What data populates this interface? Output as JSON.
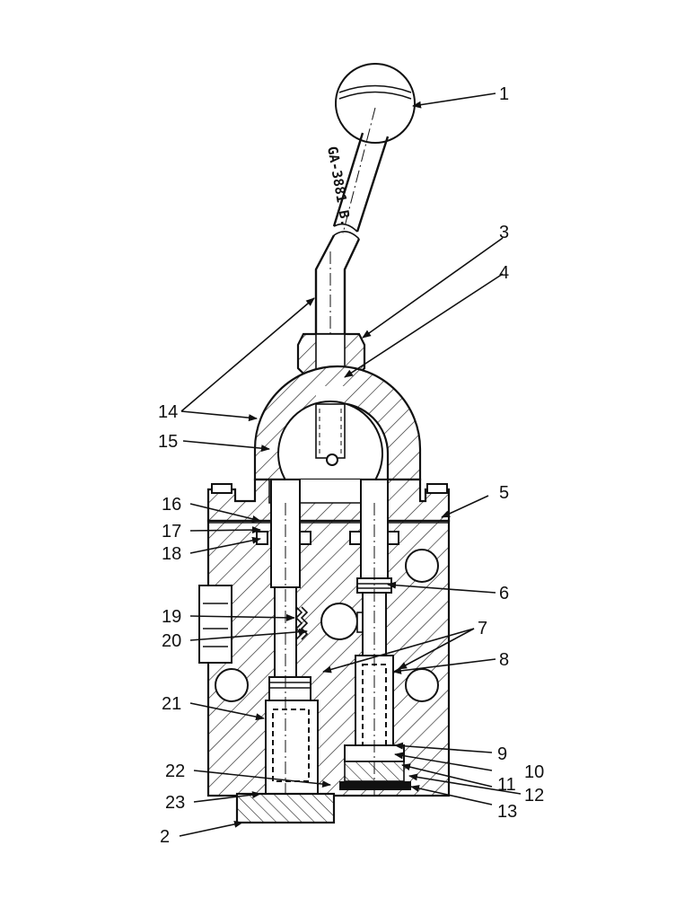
{
  "drawing": {
    "stamp": "GA-3881 B.",
    "callouts": [
      {
        "id": "c1",
        "text": "1"
      },
      {
        "id": "c2",
        "text": "2"
      },
      {
        "id": "c3",
        "text": "3"
      },
      {
        "id": "c4",
        "text": "4"
      },
      {
        "id": "c5",
        "text": "5"
      },
      {
        "id": "c6",
        "text": "6"
      },
      {
        "id": "c7",
        "text": "7"
      },
      {
        "id": "c8",
        "text": "8"
      },
      {
        "id": "c9",
        "text": "9"
      },
      {
        "id": "c10",
        "text": "10"
      },
      {
        "id": "c11",
        "text": "11"
      },
      {
        "id": "c12",
        "text": "12"
      },
      {
        "id": "c13",
        "text": "13"
      },
      {
        "id": "c14",
        "text": "14"
      },
      {
        "id": "c15",
        "text": "15"
      },
      {
        "id": "c16",
        "text": "16"
      },
      {
        "id": "c17",
        "text": "17"
      },
      {
        "id": "c18",
        "text": "18"
      },
      {
        "id": "c19",
        "text": "19"
      },
      {
        "id": "c20",
        "text": "20"
      },
      {
        "id": "c21",
        "text": "21"
      },
      {
        "id": "c22",
        "text": "22"
      },
      {
        "id": "c23",
        "text": "23"
      }
    ]
  }
}
